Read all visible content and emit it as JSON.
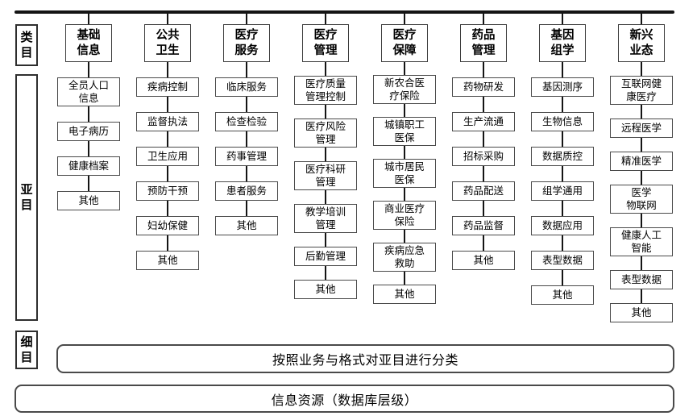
{
  "left_labels": {
    "category": "类目",
    "subcategory": "亚目",
    "detail": "细目"
  },
  "columns": [
    {
      "header": "基础\n信息",
      "items": [
        "全员人口\n信息",
        "电子病历",
        "健康档案",
        "其他"
      ]
    },
    {
      "header": "公共\n卫生",
      "items": [
        "疾病控制",
        "监督执法",
        "卫生应用",
        "预防干预",
        "妇幼保健",
        "其他"
      ]
    },
    {
      "header": "医疗\n服务",
      "items": [
        "临床服务",
        "检查检验",
        "药事管理",
        "患者服务",
        "其他"
      ]
    },
    {
      "header": "医疗\n管理",
      "items": [
        "医疗质量\n管理控制",
        "医疗风险\n管理",
        "医疗科研\n管理",
        "教学培训\n管理",
        "后勤管理",
        "其他"
      ]
    },
    {
      "header": "医疗\n保障",
      "items": [
        "新农合医\n疗保险",
        "城镇职工\n医保",
        "城市居民\n医保",
        "商业医疗\n保险",
        "疾病应急\n救助",
        "其他"
      ]
    },
    {
      "header": "药品\n管理",
      "items": [
        "药物研发",
        "生产流通",
        "招标采购",
        "药品配送",
        "药品监督",
        "其他"
      ]
    },
    {
      "header": "基因\n组学",
      "items": [
        "基因测序",
        "生物信息",
        "数据质控",
        "组学通用",
        "数据应用",
        "表型数据",
        "其他"
      ]
    },
    {
      "header": "新兴\n业态",
      "items": [
        "互联网健\n康医疗",
        "远程医学",
        "精准医学",
        "医学\n物联网",
        "健康人工\n智能",
        "表型数据",
        "其他"
      ]
    }
  ],
  "footer": {
    "detail_rule": "按照业务与格式对亚目进行分类",
    "resource": "信息资源（数据库层级）"
  },
  "colors": {
    "connector_line": "#141414",
    "box_border": "#4a4a4a",
    "text": "#000000",
    "background": "#ffffff"
  }
}
